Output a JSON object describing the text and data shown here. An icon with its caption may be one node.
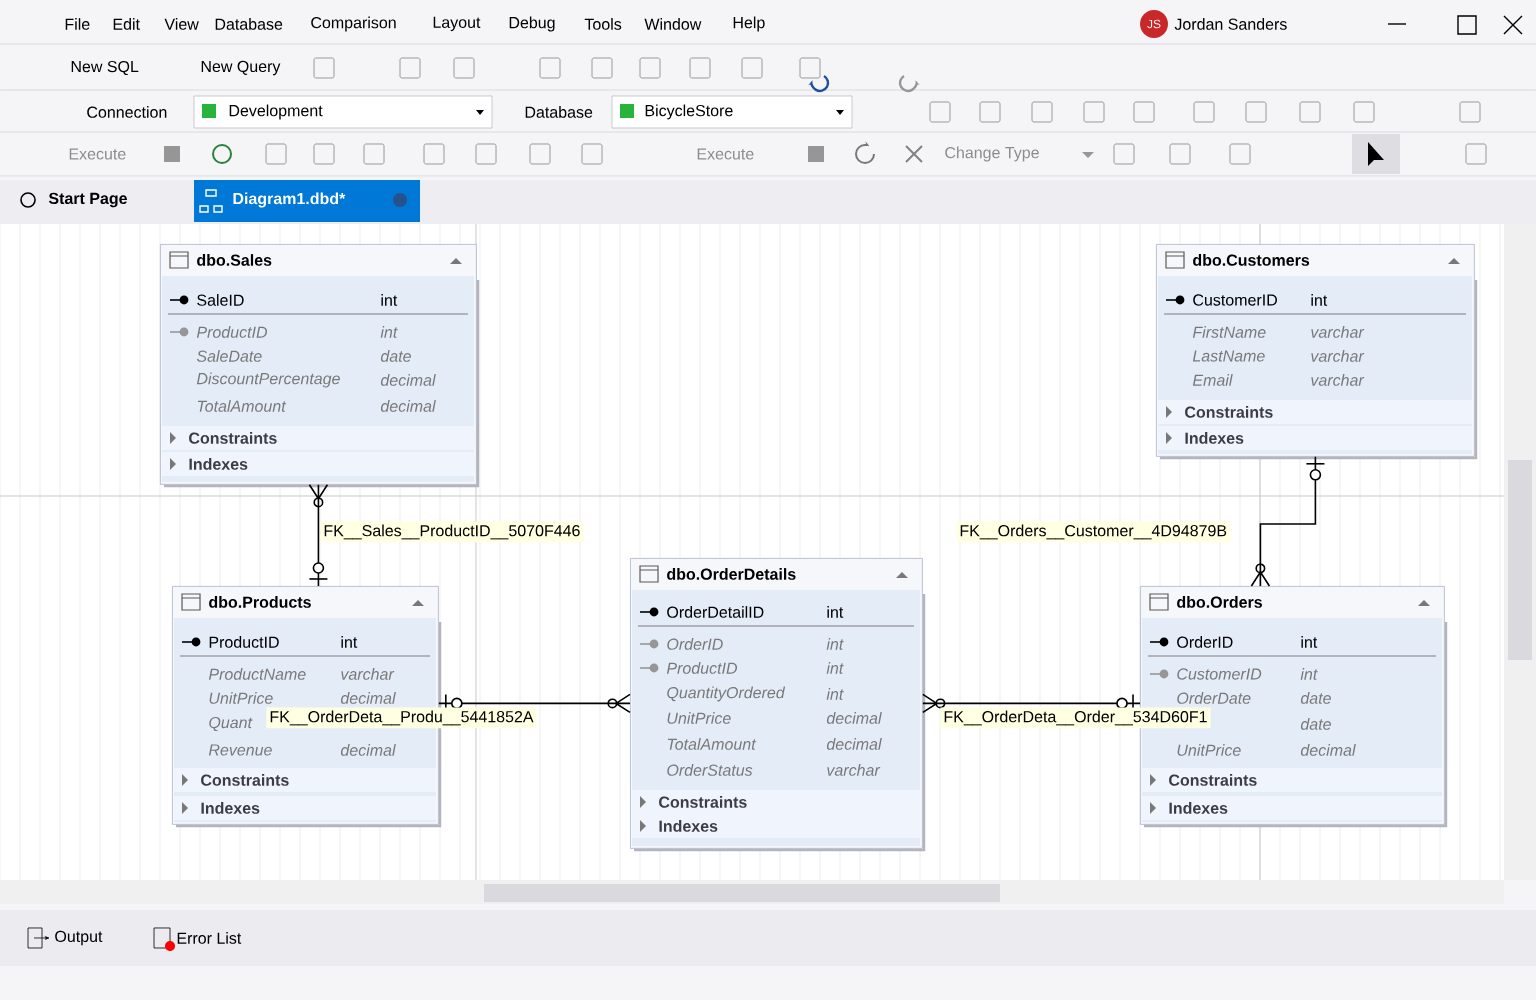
{
  "diagram": {
    "nodes": [
      {
        "text": [
          "dbo.Sales",
          "SaleID",
          "int",
          "ProductID",
          "int",
          "SaleDate",
          "date",
          "DiscountPercentage",
          "decimal",
          "TotalAmount",
          "decimal",
          "Constraints",
          "Indexes"
        ]
      },
      {
        "text": [
          "dbo.Customers",
          "CustomerID",
          "int",
          "FirstName",
          "varchar",
          "LastName",
          "varchar",
          "Email",
          "varchar",
          "Constraints",
          "Indexes"
        ]
      },
      {
        "text": [
          "dbo.Products",
          "ProductID",
          "int",
          "ProductName",
          "varchar",
          "UnitPrice",
          "decimal",
          "Quant",
          "Revenue",
          "decimal",
          "Constraints",
          "Indexes"
        ]
      },
      {
        "text": [
          "dbo.OrderDetails",
          "OrderDetailID",
          "int",
          "OrderID",
          "int",
          "ProductID",
          "int",
          "QuantityOrdered",
          "int",
          "UnitPrice",
          "decimal",
          "TotalAmount",
          "decimal",
          "OrderStatus",
          "varchar",
          "Constraints",
          "Indexes"
        ]
      },
      {
        "text": [
          "dbo.Orders",
          "OrderID",
          "int",
          "CustomerID",
          "int",
          "OrderDate",
          "date",
          "date",
          "UnitPrice",
          "decimal",
          "Constraints",
          "Indexes"
        ]
      }
    ],
    "edges": [
      {
        "from": 0,
        "to": 2,
        "arrow": "other",
        "label": "FK__Sales__ProductID__5070F446"
      },
      {
        "from": 4,
        "to": 1,
        "arrow": "other",
        "label": "FK__Orders__Customer__4D94879B"
      },
      {
        "from": 3,
        "to": 2,
        "arrow": "other",
        "label": "FK__OrderDeta__Produ__5441852A"
      },
      {
        "from": 3,
        "to": 4,
        "arrow": "other",
        "label": "FK__OrderDeta__Order__534D60F1"
      }
    ],
    "labels": [
      "File",
      "Edit",
      "View",
      "Database",
      "Comparison",
      "Layout",
      "Debug",
      "Tools",
      "Window",
      "Help",
      "JS",
      "Jordan Sanders",
      "New SQL",
      "New Query",
      "Connection",
      "Development",
      "Database",
      "BicycleStore",
      "Execute",
      "Execute",
      "Change Type",
      "Start Page",
      "Diagram1.dbd*",
      "Output",
      "Error List"
    ]
  }
}
